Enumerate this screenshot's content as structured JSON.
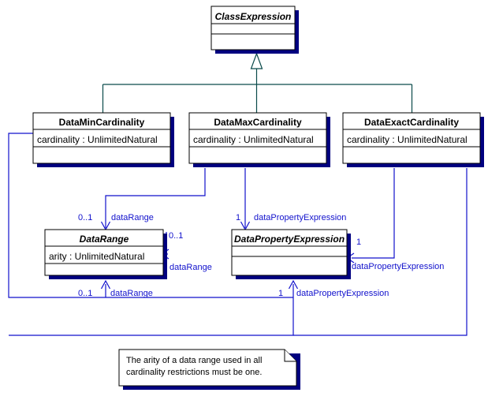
{
  "diagram": {
    "title": "UML class diagram for data cardinality restrictions",
    "colors": {
      "generalization": "#0a4a4a",
      "association": "#1111cc",
      "box_shadow": "#000080",
      "box_fill": "#ffffff",
      "text": "#000000"
    }
  },
  "classes": [
    {
      "id": "class-expression",
      "name": "ClassExpression",
      "abstract": true,
      "attributes": []
    },
    {
      "id": "data-min-cardinality",
      "name": "DataMinCardinality",
      "abstract": false,
      "attributes": [
        "cardinality : UnlimitedNatural"
      ]
    },
    {
      "id": "data-max-cardinality",
      "name": "DataMaxCardinality",
      "abstract": false,
      "attributes": [
        "cardinality : UnlimitedNatural"
      ]
    },
    {
      "id": "data-exact-cardinality",
      "name": "DataExactCardinality",
      "abstract": false,
      "attributes": [
        "cardinality : UnlimitedNatural"
      ]
    },
    {
      "id": "data-range",
      "name": "DataRange",
      "abstract": true,
      "attributes": [
        "arity : UnlimitedNatural"
      ]
    },
    {
      "id": "data-property-expression",
      "name": "DataPropertyExpression",
      "abstract": true,
      "attributes": []
    }
  ],
  "generalizations": [
    {
      "from": "DataMinCardinality",
      "to": "ClassExpression"
    },
    {
      "from": "DataMaxCardinality",
      "to": "ClassExpression"
    },
    {
      "from": "DataExactCardinality",
      "to": "ClassExpression"
    }
  ],
  "associations": [
    {
      "id": "max-to-range",
      "from": "DataMaxCardinality",
      "to": "DataRange",
      "role": "dataRange",
      "multiplicity": "0..1"
    },
    {
      "id": "max-to-dpe",
      "from": "DataMaxCardinality",
      "to": "DataPropertyExpression",
      "role": "dataPropertyExpression",
      "multiplicity": "1"
    },
    {
      "id": "exact-to-range",
      "from": "DataExactCardinality",
      "to": "DataRange",
      "role": "dataRange",
      "multiplicity": "0..1"
    },
    {
      "id": "exact-to-dpe",
      "from": "DataExactCardinality",
      "to": "DataPropertyExpression",
      "role": "dataPropertyExpression",
      "multiplicity": "1"
    },
    {
      "id": "min-to-range",
      "from": "DataMinCardinality",
      "to": "DataRange",
      "role": "dataRange",
      "multiplicity": "0..1"
    },
    {
      "id": "min-to-dpe",
      "from": "DataMinCardinality",
      "to": "DataPropertyExpression",
      "role": "dataPropertyExpression",
      "multiplicity": "1"
    }
  ],
  "labels": {
    "max_range_mult": "0..1",
    "max_range_role": "dataRange",
    "max_dpe_mult": "1",
    "max_dpe_role": "dataPropertyExpression",
    "exact_range_mult": "0..1",
    "exact_range_role": "dataRange",
    "exact_dpe_mult": "1",
    "exact_dpe_role": "dataPropertyExpression",
    "min_range_mult": "0..1",
    "min_range_role": "dataRange",
    "min_dpe_mult": "1",
    "min_dpe_role": "dataPropertyExpression"
  },
  "note": {
    "id": "arity-constraint-note",
    "lines": [
      "The arity of a data range used in all",
      "cardinality restrictions must be one."
    ]
  }
}
